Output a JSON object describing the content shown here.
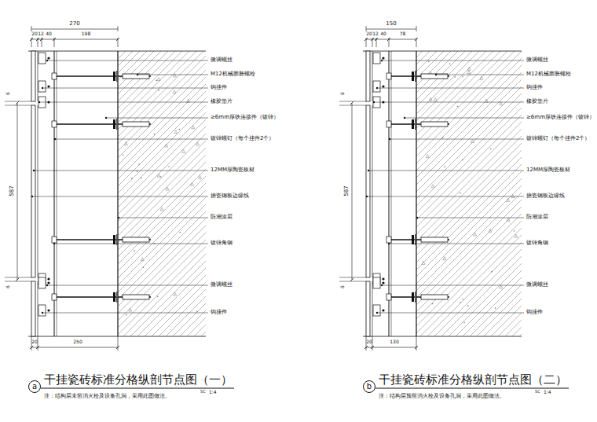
{
  "diagram": {
    "nodes": [
      {
        "text": [
          "a"
        ]
      },
      {
        "text": [
          "b"
        ]
      }
    ],
    "labels": [
      "270",
      "20",
      "12",
      "40",
      "198",
      "587",
      "6",
      "6",
      "20",
      "250",
      "微调螺丝",
      "M12机械膨胀螺栓",
      "钩挂件",
      "橡胶垫片",
      "≥6mm厚铁连接件（镀锌）",
      "镀锌螺钉（每个挂件2个）",
      "12MM厚陶瓷板材",
      "搪瓷钢板边缘线",
      "防潮涂层",
      "镀锌角钢",
      "微调螺丝",
      "钩挂件",
      "干挂瓷砖标准分格纵剖节点图（一）",
      "注：结构层未留消火栓及设备孔洞，采用此图做法。",
      "SC",
      "1:4",
      "150",
      "20",
      "12",
      "40",
      "78",
      "587",
      "6",
      "6",
      "20",
      "130",
      "微调螺丝",
      "M12机械膨胀螺栓",
      "钩挂件",
      "橡胶垫片",
      "≥6mm厚铁连接件（镀锌）",
      "镀锌螺钉（每个挂件2个）",
      "12MM厚陶瓷板材",
      "搪瓷钢板边缘线",
      "防潮涂层",
      "镀锌角钢",
      "微调螺丝",
      "钩挂件",
      "干挂瓷砖标准分格纵剖节点图（二）",
      "注：结构层预留消火栓及设备孔洞，采用此图做法。",
      "SC",
      "1:4"
    ]
  }
}
